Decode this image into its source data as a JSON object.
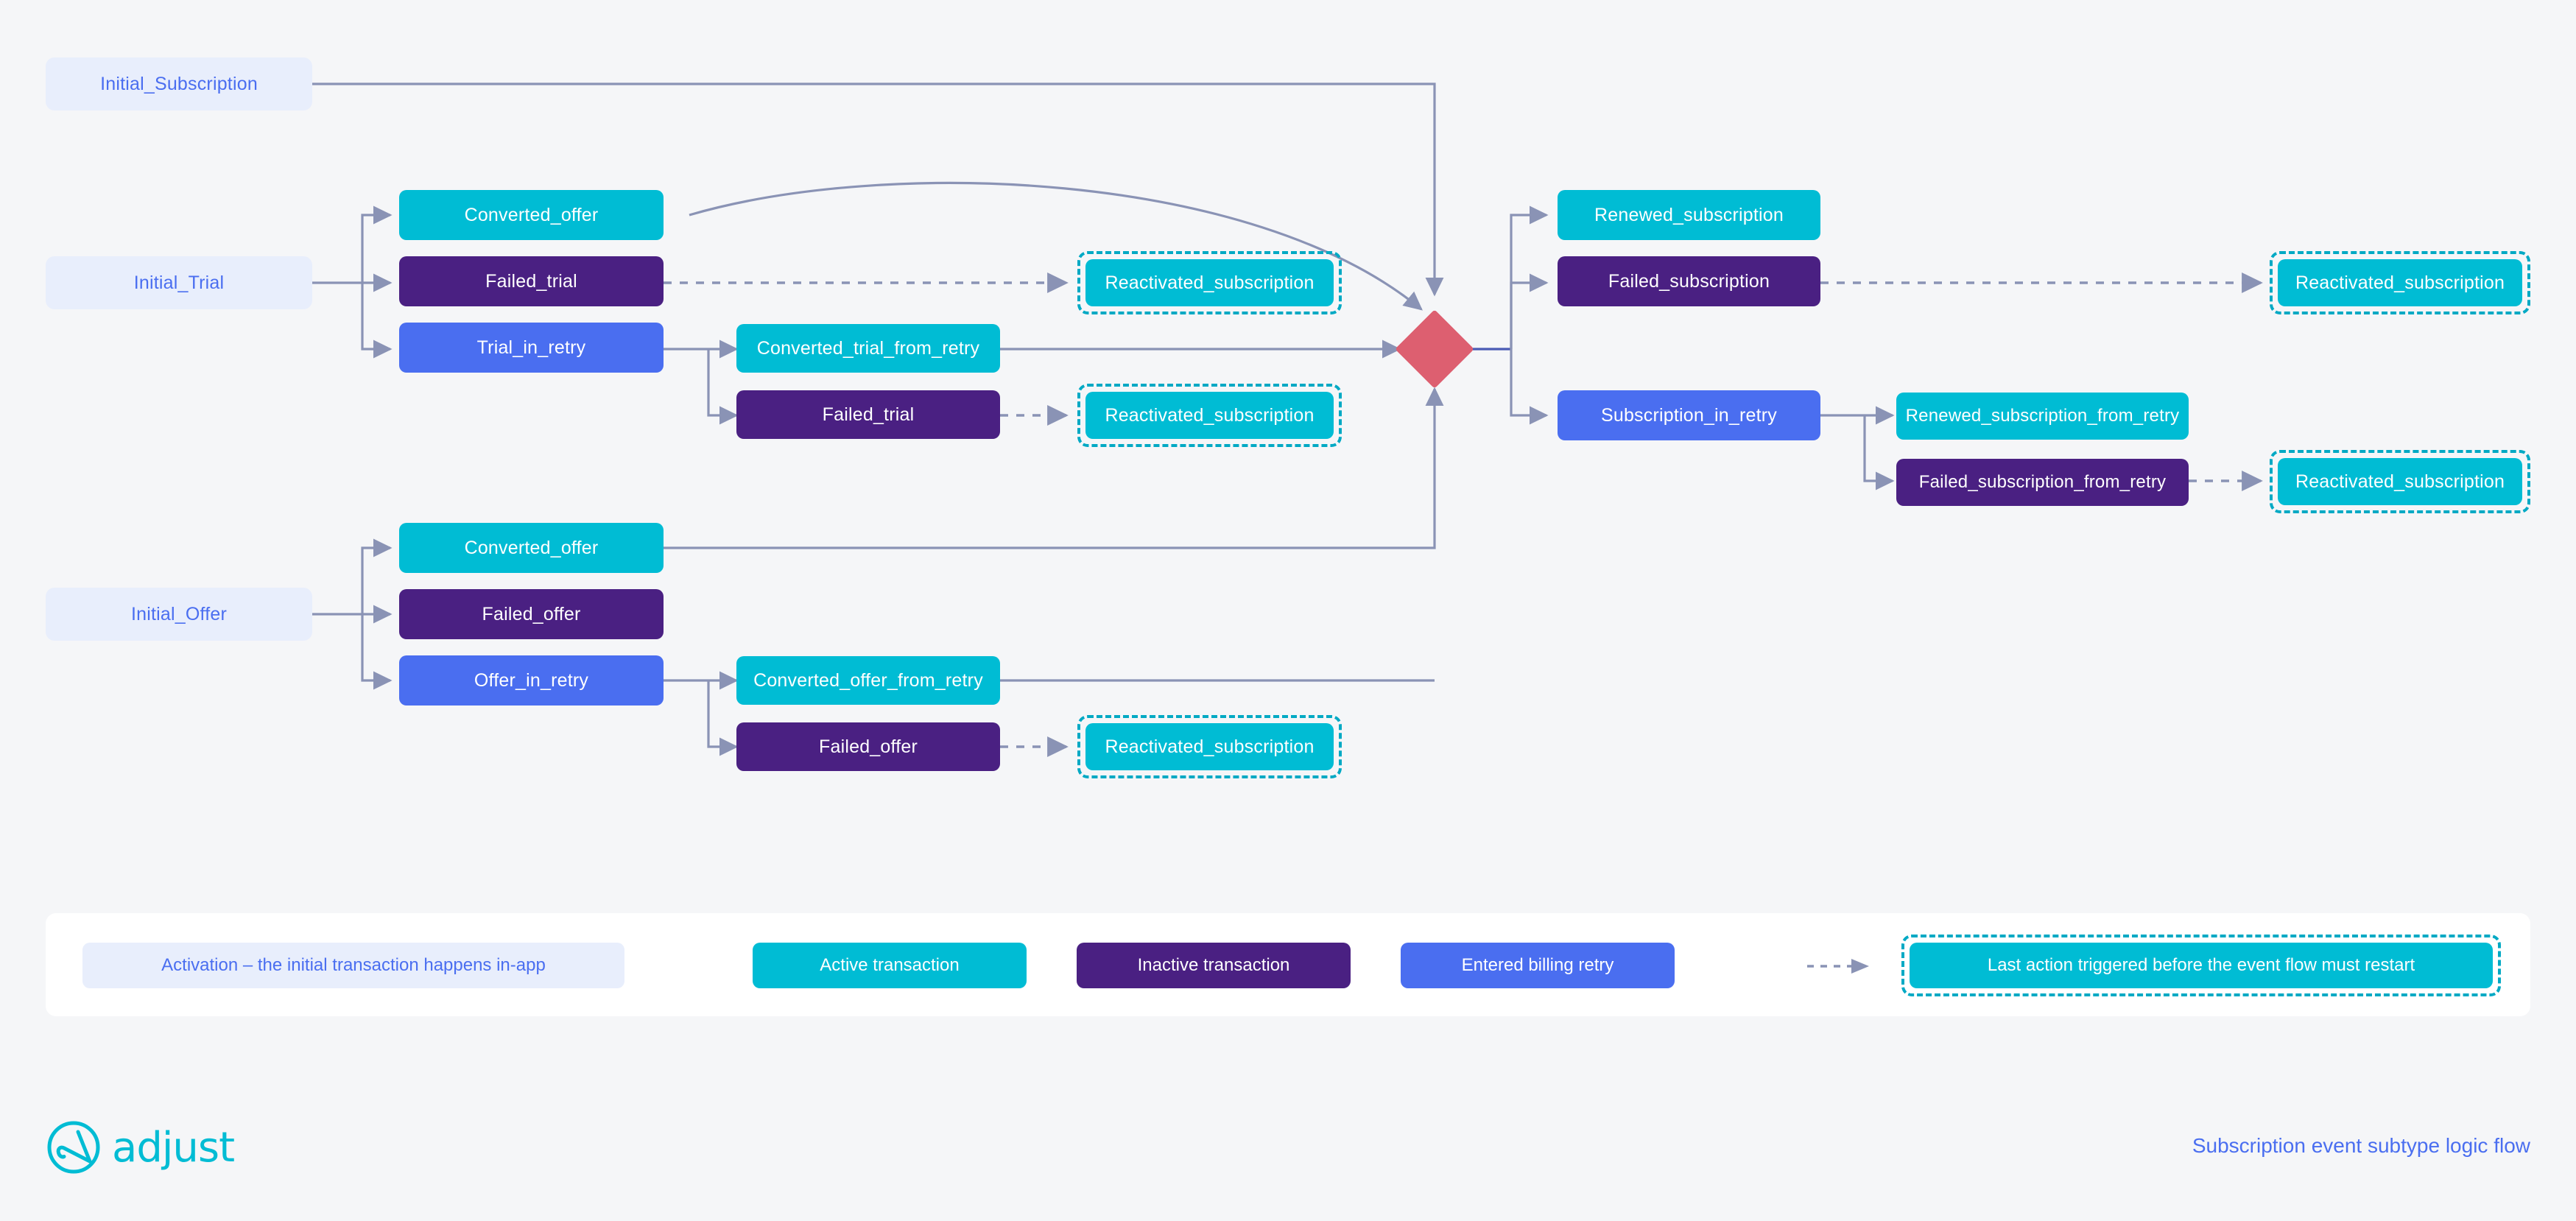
{
  "canvas": {
    "background": "#f5f6f8",
    "colors": {
      "active": "#00bcd4",
      "inactive": "#4a2082",
      "retry": "#4a6ef0",
      "initial_bg": "#e8eefc",
      "initial_text": "#4a6ef0",
      "decision": "#dd5f70",
      "edge": "#8a93b5",
      "dashed_outline": "#00a9c4",
      "legend_panel": "#ffffff"
    }
  },
  "nodes": {
    "initial_subscription": "Initial_Subscription",
    "initial_trial": "Initial_Trial",
    "initial_offer": "Initial_Offer",
    "trial_converted_offer": "Converted_offer",
    "trial_failed_trial": "Failed_trial",
    "trial_in_retry": "Trial_in_retry",
    "converted_trial_from_retry": "Converted_trial_from_retry",
    "retry_failed_trial": "Failed_trial",
    "offer_converted_offer": "Converted_offer",
    "offer_failed_offer": "Failed_offer",
    "offer_in_retry": "Offer_in_retry",
    "converted_offer_from_retry": "Converted_offer_from_retry",
    "retry_failed_offer": "Failed_offer",
    "reactivated_trial": "Reactivated_subscription",
    "reactivated_trial_retry": "Reactivated_subscription",
    "reactivated_offer_retry": "Reactivated_subscription",
    "renewed_subscription": "Renewed_subscription",
    "failed_subscription": "Failed_subscription",
    "subscription_in_retry": "Subscription_in_retry",
    "renewed_subscription_from_retry": "Renewed_subscription_from_retry",
    "failed_subscription_from_retry": "Failed_subscription_from_retry",
    "reactivated_subscription_right_top": "Reactivated_subscription",
    "reactivated_subscription_right_bottom": "Reactivated_subscription"
  },
  "legend": {
    "activation": "Activation – the initial transaction happens in-app",
    "active": "Active transaction",
    "inactive": "Inactive transaction",
    "retry": "Entered billing retry",
    "last_action": "Last action triggered before the event flow must restart"
  },
  "footer": {
    "brand": "adjust",
    "title": "Subscription event subtype logic flow"
  }
}
